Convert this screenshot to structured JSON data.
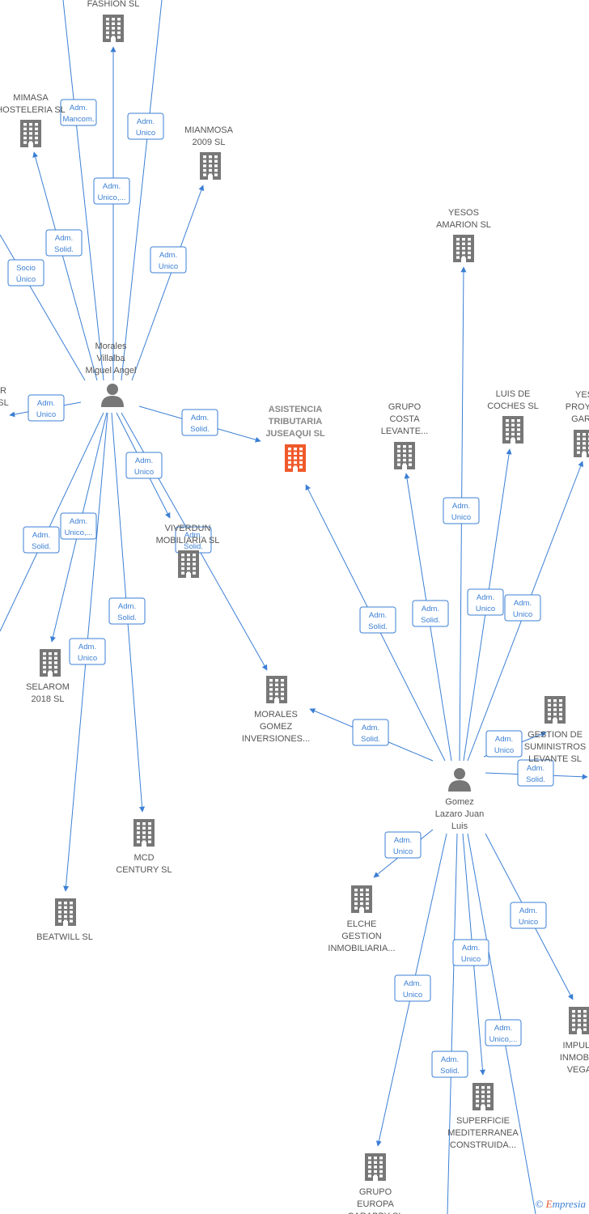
{
  "colors": {
    "edge": "#3b7fd4",
    "building": "#777777",
    "highlight": "#f0592b",
    "person": "#777777"
  },
  "nodes": [
    {
      "id": "fashion",
      "type": "company",
      "lines": [
        "FASHION  SL"
      ]
    },
    {
      "id": "mimasa",
      "type": "company",
      "lines": [
        "MIMASA",
        "HOSTELERIA  SL"
      ]
    },
    {
      "id": "mianmosa",
      "type": "company",
      "lines": [
        "MIANMOSA",
        "2009  SL"
      ]
    },
    {
      "id": "yesos",
      "type": "company",
      "lines": [
        "YESOS",
        "AMARION  SL"
      ]
    },
    {
      "id": "asistencia",
      "type": "company-center",
      "lines": [
        "ASISTENCIA",
        "TRIBUTARIA",
        "JUSEAQUI  SL"
      ]
    },
    {
      "id": "grupocosta",
      "type": "company",
      "lines": [
        "GRUPO",
        "COSTA",
        "LEVANTE..."
      ]
    },
    {
      "id": "luisdecoches",
      "type": "company",
      "lines": [
        "LUIS DE",
        "COCHES  SL"
      ]
    },
    {
      "id": "yesproyec",
      "type": "company",
      "lines": [
        "YES",
        "PROYEC",
        "GARC"
      ]
    },
    {
      "id": "viverdun",
      "type": "company",
      "lines": [
        "VIVERDUN",
        "MOBILIARIA  SL"
      ]
    },
    {
      "id": "selarom",
      "type": "company",
      "lines": [
        "SELAROM",
        "2018  SL"
      ]
    },
    {
      "id": "moralesgomez",
      "type": "company",
      "lines": [
        "MORALES",
        "GOMEZ",
        "INVERSIONES..."
      ]
    },
    {
      "id": "gestion",
      "type": "company",
      "lines": [
        "GESTION DE",
        "SUMINISTROS",
        "LEVANTE  SL"
      ]
    },
    {
      "id": "mcd",
      "type": "company",
      "lines": [
        "MCD",
        "CENTURY  SL"
      ]
    },
    {
      "id": "beatwill",
      "type": "company",
      "lines": [
        "BEATWILL  SL"
      ]
    },
    {
      "id": "elche",
      "type": "company",
      "lines": [
        "ELCHE",
        "GESTION",
        "INMOBILIARIA..."
      ]
    },
    {
      "id": "impuls",
      "type": "company",
      "lines": [
        "IMPULS",
        "INMOBILI",
        "VEGA"
      ]
    },
    {
      "id": "superficie",
      "type": "company",
      "lines": [
        "SUPERFICIE",
        "MEDITERRANEA",
        "CONSTRUIDA..."
      ]
    },
    {
      "id": "grupoeuropa",
      "type": "company",
      "lines": [
        "GRUPO",
        "EUROPA",
        "CARABBY  SL"
      ]
    },
    {
      "id": "leftcut",
      "type": "company-offscreen",
      "lines": [
        "R",
        "SL"
      ]
    },
    {
      "id": "morales",
      "type": "person",
      "lines": [
        "Morales",
        "Villalba",
        "Miguel Angel"
      ]
    },
    {
      "id": "gomez",
      "type": "person",
      "lines": [
        "Gomez",
        "Lazaro Juan",
        "Luis"
      ]
    }
  ],
  "edges": [
    {
      "label": [
        "Adm.",
        "Mancom."
      ]
    },
    {
      "label": [
        "Adm.",
        "Unico"
      ]
    },
    {
      "label": [
        "Adm.",
        "Unico,..."
      ]
    },
    {
      "label": [
        "Adm.",
        "Solid."
      ]
    },
    {
      "label": [
        "Adm.",
        "Unico"
      ]
    },
    {
      "label": [
        "Socio",
        "Único"
      ]
    },
    {
      "label": [
        "Adm.",
        "Unico"
      ]
    },
    {
      "label": [
        "Adm.",
        "Solid."
      ]
    },
    {
      "label": [
        "Adm.",
        "Unico"
      ]
    },
    {
      "label": [
        "Adm.",
        "Solid."
      ]
    },
    {
      "label": [
        "Adm.",
        "Unico,..."
      ]
    },
    {
      "label": [
        "Adm.",
        "Solid."
      ]
    },
    {
      "label": [
        "Adm.",
        "Solid."
      ]
    },
    {
      "label": [
        "Adm.",
        "Unico"
      ]
    },
    {
      "label": [
        "Adm.",
        "Solid."
      ]
    },
    {
      "label": [
        "Adm.",
        "Solid."
      ]
    },
    {
      "label": [
        "Adm.",
        "Unico"
      ]
    },
    {
      "label": [
        "Adm.",
        "Unico"
      ]
    },
    {
      "label": [
        "Adm.",
        "Unico"
      ]
    },
    {
      "label": [
        "Adm.",
        "Solid."
      ]
    },
    {
      "label": [
        "Adm.",
        "Unico"
      ]
    },
    {
      "label": [
        "Adm.",
        "Solid."
      ]
    },
    {
      "label": [
        "Adm.",
        "Unico"
      ]
    },
    {
      "label": [
        "Adm.",
        "Unico"
      ]
    },
    {
      "label": [
        "Adm.",
        "Unico"
      ]
    },
    {
      "label": [
        "Adm.",
        "Unico"
      ]
    },
    {
      "label": [
        "Adm.",
        "Unico,..."
      ]
    },
    {
      "label": [
        "Adm.",
        "Solid."
      ]
    }
  ],
  "watermark": {
    "symbol": "©",
    "brand_first": "E",
    "brand_rest": "mpresia"
  }
}
